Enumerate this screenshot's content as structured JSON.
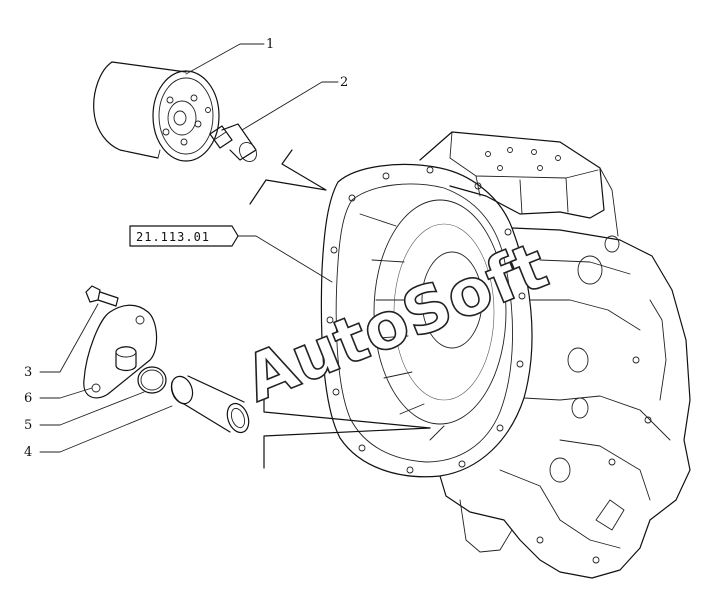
{
  "callouts": [
    {
      "id": "1",
      "label": "1"
    },
    {
      "id": "2",
      "label": "2"
    },
    {
      "id": "3",
      "label": "3"
    },
    {
      "id": "6",
      "label": "6"
    },
    {
      "id": "5",
      "label": "5"
    },
    {
      "id": "4",
      "label": "4"
    }
  ],
  "reference_box": {
    "label": "21.113.01"
  },
  "watermark": {
    "text": "AutoSoft"
  }
}
